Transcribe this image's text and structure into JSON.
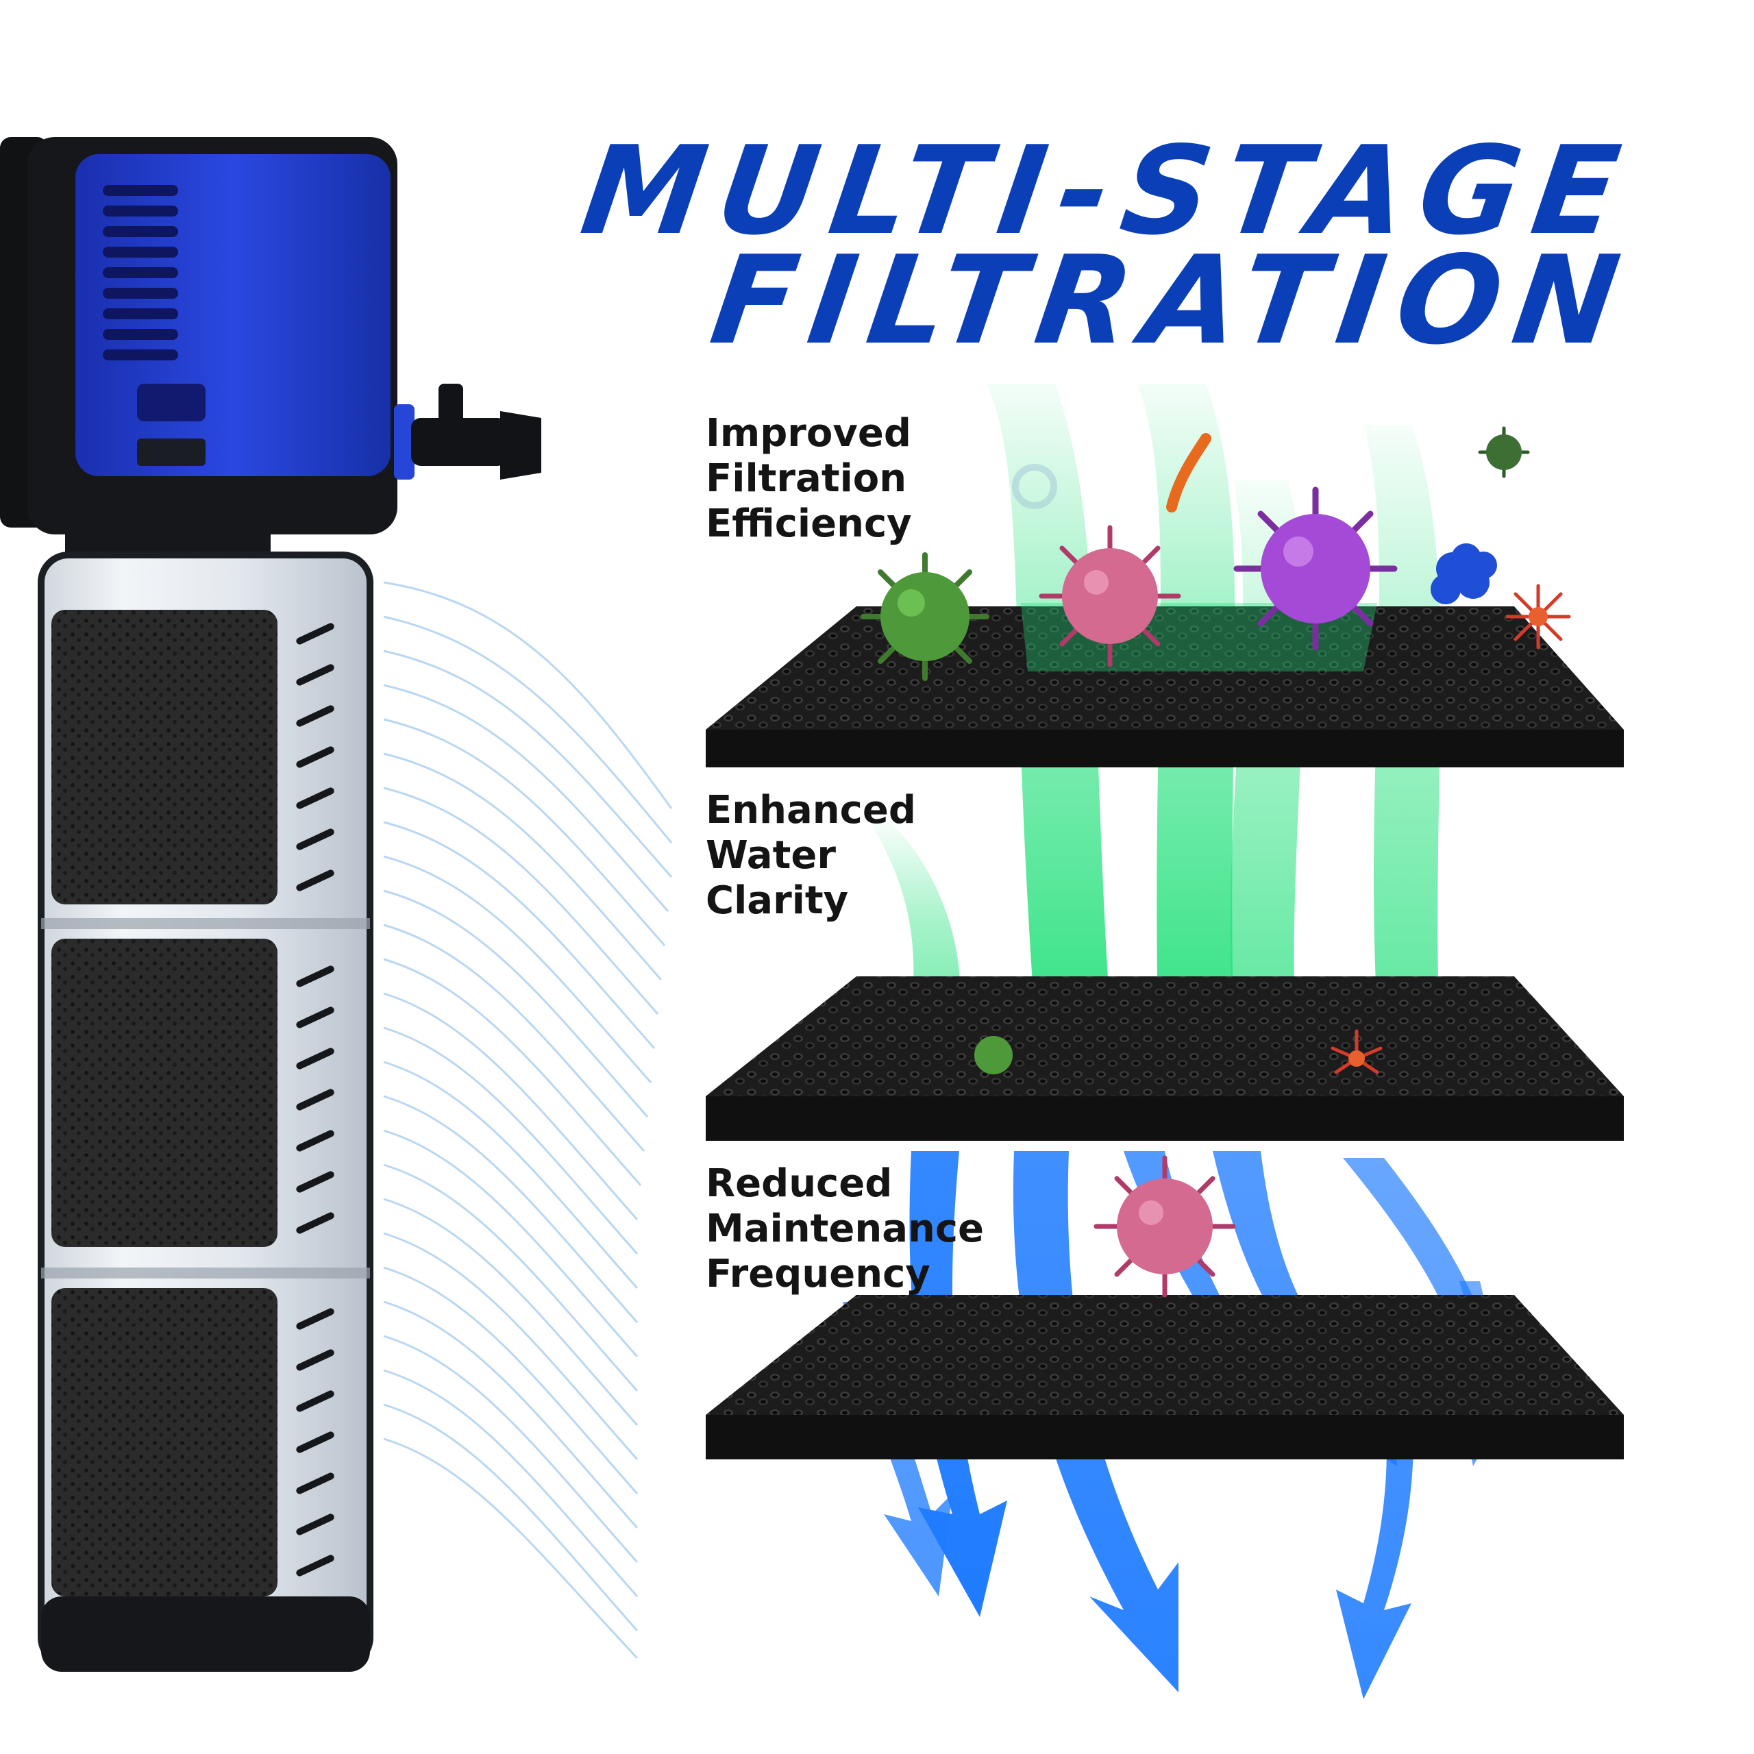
{
  "headline": {
    "line1": "MULTI-STAGE",
    "line2": "FILTRATION"
  },
  "stages": [
    {
      "lines": [
        "Improved",
        "Filtration",
        "Efficiency"
      ]
    },
    {
      "lines": [
        "Enhanced",
        "Water",
        "Clarity"
      ]
    },
    {
      "lines": [
        "Reduced",
        "Maintenance",
        "Frequency"
      ]
    }
  ],
  "colors": {
    "brand_blue": "#0a3fb8",
    "filter_blue": "#1e3fd6",
    "green_flow": "#22e07a",
    "blue_flow": "#1f7cff",
    "sponge": "#1b1b1b",
    "text": "#141414"
  },
  "icons": {
    "product": "aquarium-filter-pump",
    "contaminant": "virus-icon",
    "sponge": "filter-sponge-layer"
  }
}
